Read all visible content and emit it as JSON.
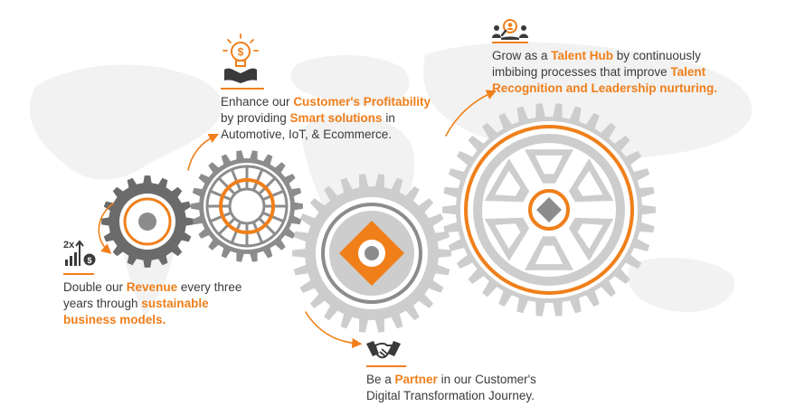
{
  "colors": {
    "accent": "#f07f1a",
    "gear_dark": "#6b6b6b",
    "gear_mid": "#8c8c8c",
    "gear_light": "#cdcdcd",
    "text": "#3a3a3a",
    "map": "#f1f1f1"
  },
  "icons": {
    "revenue": "revenue-growth-icon",
    "profit": "lightbulb-dollar-icon",
    "partner": "handshake-icon",
    "talent": "talent-search-icon"
  },
  "revenue": {
    "badge": "2x",
    "coin": "$",
    "p1": "Double our ",
    "h1": "Revenue",
    "p2": " every three years through ",
    "h2": "sustainable business models."
  },
  "profit": {
    "p1": "Enhance our ",
    "h1": "Customer's Profitability",
    "p2": " by providing ",
    "h2": "Smart solutions",
    "p3": " in Automotive, IoT, &  Ecommerce."
  },
  "partner": {
    "p1": "Be a ",
    "h1": "Partner",
    "p2": " in our Customer's Digital Transformation Journey."
  },
  "talent": {
    "p1": "Grow as a ",
    "h1": "Talent Hub",
    "p2": " by continuously imbibing processes that improve ",
    "h2": "Talent Recognition and Leadership nurturing."
  }
}
